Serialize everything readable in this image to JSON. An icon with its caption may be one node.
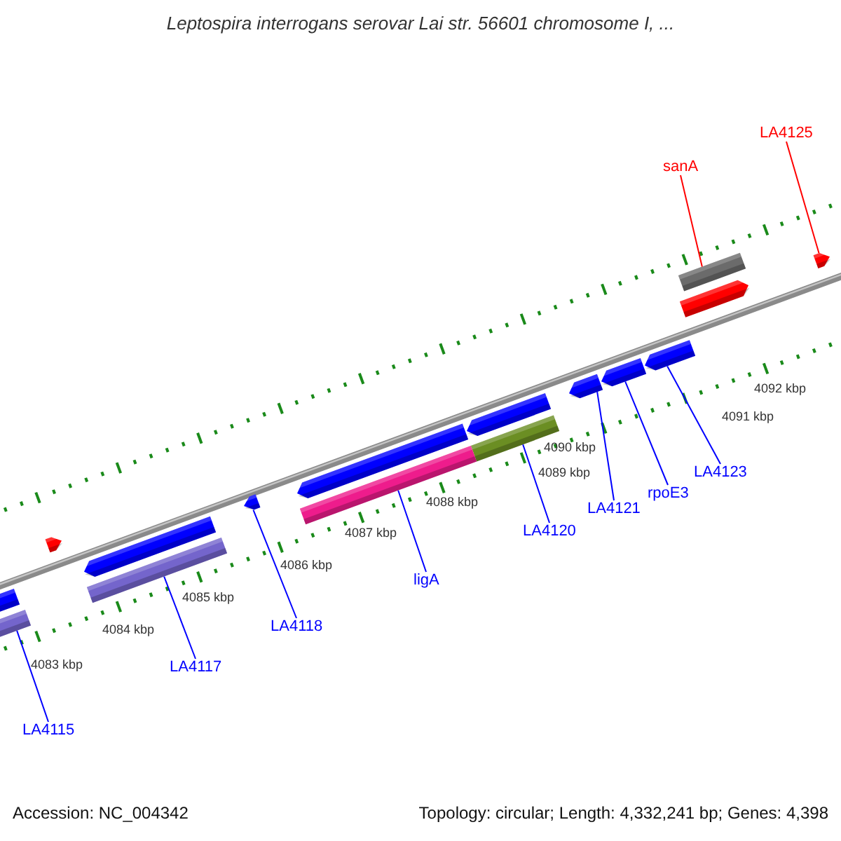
{
  "diagram": {
    "title": "Leptospira interrogans serovar Lai str. 56601 chromosome I, ...",
    "nodes": [
      {
        "text": [
          "LA4125"
        ]
      },
      {
        "text": [
          "sanA"
        ]
      },
      {
        "text": [],
        "shape": "bar"
      },
      {
        "text": [],
        "shape": "bar"
      },
      {
        "text": [],
        "shape": "bar"
      },
      {
        "text": [],
        "shape": "bar"
      },
      {
        "text": [],
        "shape": "bar"
      },
      {
        "text": [],
        "shape": "bar"
      },
      {
        "text": [],
        "shape": "bar"
      },
      {
        "text": [],
        "shape": "bar"
      },
      {
        "text": [],
        "shape": "bar"
      },
      {
        "text": [],
        "shape": "bar"
      },
      {
        "text": [
          "LA4123"
        ]
      },
      {
        "text": [
          "rpoE3"
        ]
      },
      {
        "text": [
          "LA4121"
        ]
      },
      {
        "text": [
          "LA4120"
        ]
      },
      {
        "text": [],
        "shape": "bar"
      },
      {
        "text": [],
        "shape": "bar"
      },
      {
        "text": [],
        "shape": "bar"
      },
      {
        "text": [],
        "shape": "bar"
      },
      {
        "text": [
          "ligA"
        ]
      },
      {
        "text": [
          "LA4118"
        ]
      },
      {
        "text": [],
        "shape": "bar"
      },
      {
        "text": [],
        "shape": "bar"
      },
      {
        "text": [
          "LA4117"
        ]
      },
      {
        "text": [
          "LA4115"
        ]
      }
    ],
    "edges": [
      {
        "from": 0,
        "to": 2,
        "arrow": "none",
        "color": "#ff0000"
      },
      {
        "from": 1,
        "to": 3,
        "arrow": "none",
        "color": "#ff0000"
      },
      {
        "from": 12,
        "to": 5,
        "arrow": "none"
      },
      {
        "from": 13,
        "to": 6,
        "arrow": "none"
      },
      {
        "from": 14,
        "to": 7,
        "arrow": "none"
      },
      {
        "from": 15,
        "to": 9,
        "arrow": "none"
      },
      {
        "from": 20,
        "to": 11,
        "arrow": "none"
      },
      {
        "from": 21,
        "to": 16,
        "arrow": "none"
      },
      {
        "from": 24,
        "to": 19,
        "arrow": "none"
      },
      {
        "from": 25,
        "to": 23,
        "arrow": "none"
      }
    ],
    "labels": [
      "4083 kbp",
      "4084 kbp",
      "4085 kbp",
      "4086 kbp",
      "4087 kbp",
      "4088 kbp",
      "4089 kbp",
      "4090 kbp",
      "4091 kbp",
      "4092 kbp",
      "Accession: NC_004342",
      "Topology: circular; Length: 4,332,241 bp; Genes: 4,398"
    ]
  }
}
